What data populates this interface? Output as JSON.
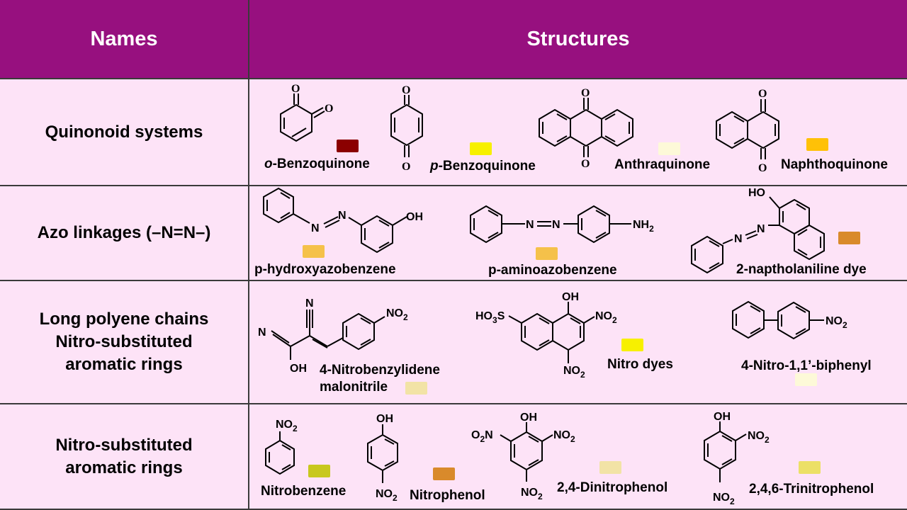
{
  "header": {
    "names": "Names",
    "structures": "Structures"
  },
  "rows": [
    {
      "name": "Quinonoid systems",
      "compounds": [
        {
          "prefix": "o",
          "label": "-Benzoquinone",
          "color": "#8b0000"
        },
        {
          "prefix": "p",
          "label": "-Benzoquinone",
          "color": "#f7f000"
        },
        {
          "prefix": "",
          "label": "Anthraquinone",
          "color": "#fdf9d8"
        },
        {
          "prefix": "",
          "label": "Naphthoquinone",
          "color": "#ffc107"
        }
      ]
    },
    {
      "name": "Azo linkages (–N=N–)",
      "compounds": [
        {
          "label": "p-hydroxyazobenzene",
          "color": "#f5c14a"
        },
        {
          "label": "p-aminoazobenzene",
          "color": "#f5c14a"
        },
        {
          "label": "2-naptholaniline dye",
          "color": "#d98a2b"
        }
      ]
    },
    {
      "name": "Long polyene chains\nNitro-substituted\naromatic rings",
      "compounds": [
        {
          "label": "4-Nitrobenzylidene",
          "label2": "malonitrile",
          "color": "#f2e3a6"
        },
        {
          "label": "Nitro dyes",
          "color": "#f7f000"
        },
        {
          "label": "4-Nitro-1,1’-biphenyl",
          "color": "#fdf9d8"
        }
      ]
    },
    {
      "name": "Nitro-substituted\naromatic rings",
      "compounds": [
        {
          "label": "Nitrobenzene",
          "color": "#c8c81e"
        },
        {
          "label": "Nitrophenol",
          "color": "#d98a2b"
        },
        {
          "label": "2,4-Dinitrophenol",
          "color": "#f2e3a6"
        },
        {
          "label": "2,4,6-Trinitrophenol",
          "color": "#ece066"
        }
      ]
    }
  ],
  "atoms": {
    "O": "O",
    "OH": "OH",
    "HO": "HO",
    "N": "N",
    "NH": "NH",
    "two": "2",
    "NO": "NO",
    "HO3S_a": "HO",
    "HO3S_b": "3",
    "HO3S_c": "S",
    "O2N_a": "O",
    "O2N_b": "2",
    "O2N_c": "N"
  }
}
